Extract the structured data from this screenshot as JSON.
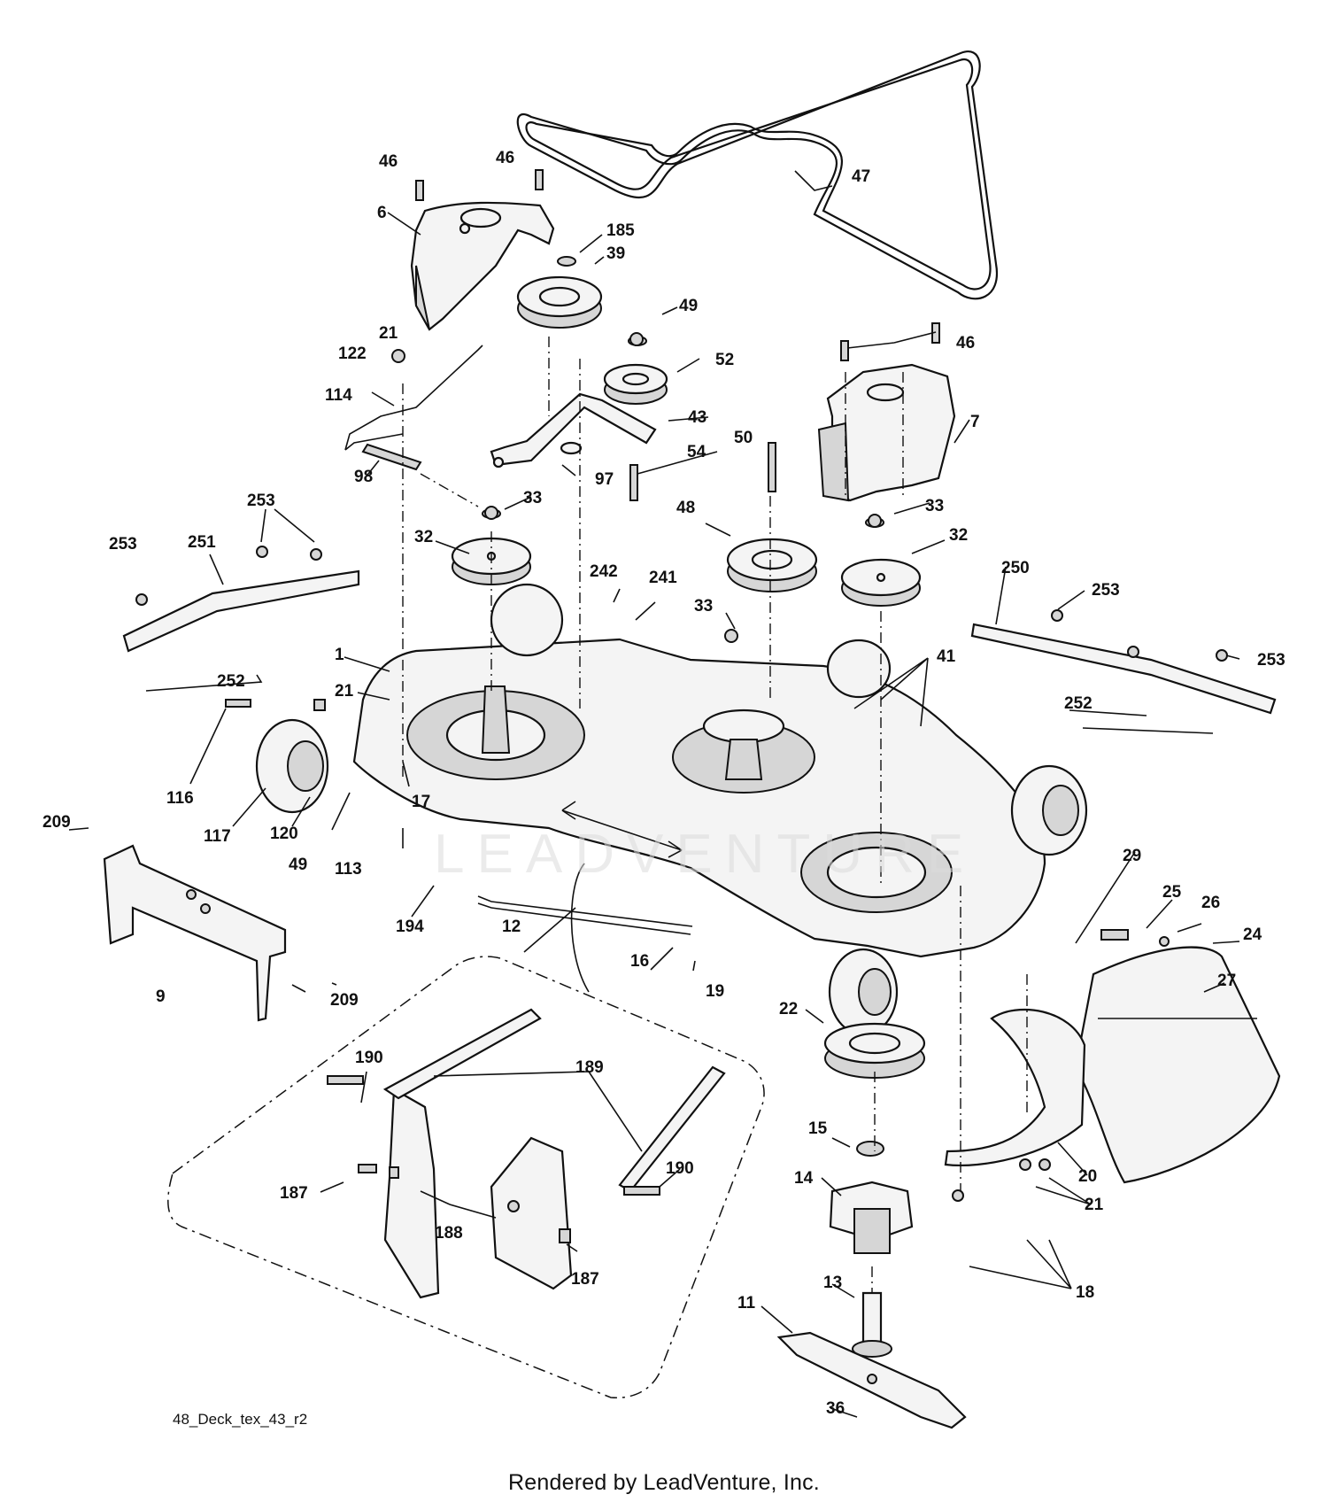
{
  "diagram_code": "48_Deck_tex_43_r2",
  "footer": "Rendered by LeadVenture, Inc.",
  "watermark": "LEADVENTURE",
  "callouts": [
    "46",
    "46",
    "47",
    "6",
    "185",
    "39",
    "49",
    "52",
    "21",
    "122",
    "114",
    "43",
    "46",
    "7",
    "98",
    "97",
    "54",
    "50",
    "253",
    "33",
    "48",
    "33",
    "32",
    "32",
    "253",
    "251",
    "242",
    "241",
    "250",
    "253",
    "33",
    "1",
    "252",
    "41",
    "253",
    "252",
    "21",
    "116",
    "17",
    "117",
    "120",
    "49",
    "209",
    "113",
    "29",
    "194",
    "12",
    "25",
    "26",
    "24",
    "16",
    "19",
    "209",
    "9",
    "27",
    "22",
    "190",
    "189",
    "15",
    "190",
    "187",
    "14",
    "188",
    "20",
    "21",
    "187",
    "18",
    "13",
    "11",
    "36"
  ]
}
